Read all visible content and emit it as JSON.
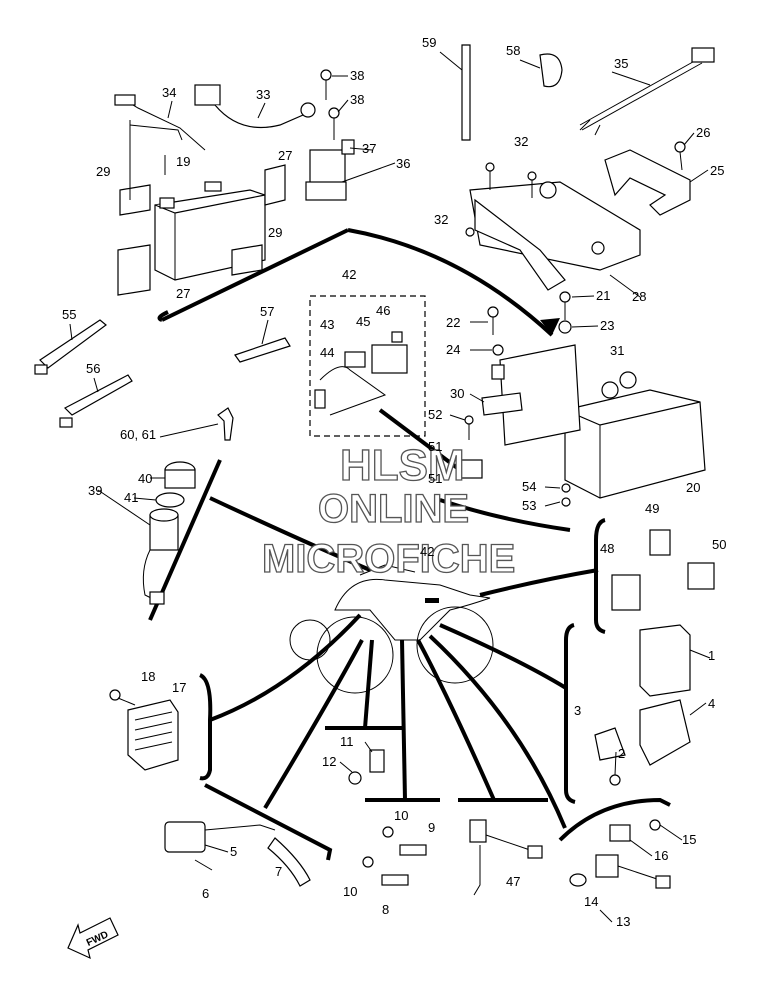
{
  "callouts": {
    "p1": "1",
    "p2": "2",
    "p3": "3",
    "p4": "4",
    "p5": "5",
    "p6": "6",
    "p7": "7",
    "p8": "8",
    "p9": "9",
    "p10a": "10",
    "p10b": "10",
    "p11": "11",
    "p12": "12",
    "p13": "13",
    "p14": "14",
    "p15": "15",
    "p16": "16",
    "p17": "17",
    "p18": "18",
    "p19": "19",
    "p20": "20",
    "p21": "21",
    "p22": "22",
    "p23": "23",
    "p24": "24",
    "p25": "25",
    "p26": "26",
    "p27a": "27",
    "p27b": "27",
    "p28": "28",
    "p29a": "29",
    "p29b": "29",
    "p30": "30",
    "p31": "31",
    "p32a": "32",
    "p32b": "32",
    "p33": "33",
    "p34": "34",
    "p35": "35",
    "p36": "36",
    "p37": "37",
    "p38a": "38",
    "p38b": "38",
    "p39": "39",
    "p40": "40",
    "p41": "41",
    "p42a": "42",
    "p42b": "42",
    "p43": "43",
    "p44": "44",
    "p45": "45",
    "p46": "46",
    "p47": "47",
    "p48": "48",
    "p49": "49",
    "p50": "50",
    "p51a": "51",
    "p51b": "51",
    "p52": "52",
    "p53": "53",
    "p54": "54",
    "p55": "55",
    "p56": "56",
    "p57": "57",
    "p58": "58",
    "p59": "59",
    "p60": "60, 61"
  },
  "watermark": {
    "line1": "HLSM",
    "line2": "ONLINE",
    "line3": "MICROFICHE"
  },
  "fwd_label": "FWD"
}
